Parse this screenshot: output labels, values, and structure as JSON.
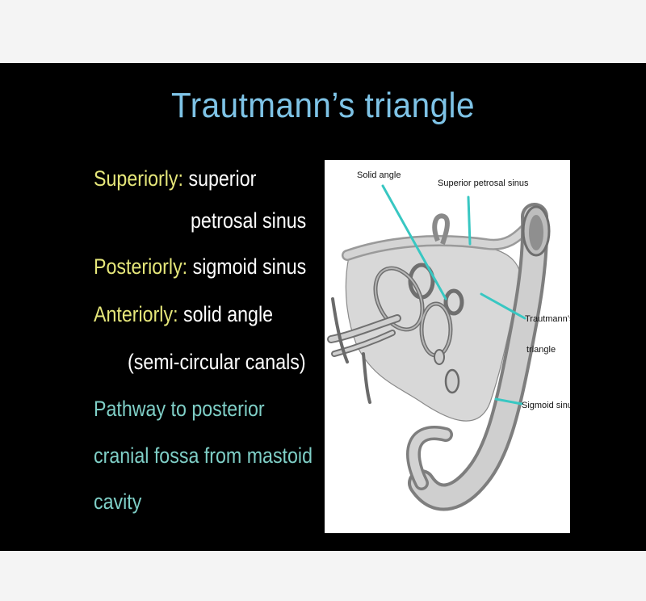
{
  "title": "Trautmann’s triangle",
  "list": {
    "superiorly_label": "Superiorly:",
    "superiorly_text": "superior",
    "superiorly_text2": "petrosal sinus",
    "posteriorly_label": "Posteriorly:",
    "posteriorly_text": "sigmoid sinus",
    "anteriorly_label": "Anteriorly:",
    "anteriorly_text": "solid angle",
    "anteriorly_text2": "(semi-circular canals)",
    "pathway_line1": "Pathway to posterior",
    "pathway_line2": "cranial fossa from mastoid",
    "pathway_line3": "cavity"
  },
  "figure": {
    "label_solid_angle": "Solid angle",
    "label_superior_petrosal_sinus": "Superior petrosal sinus",
    "label_trautmanns_line1": "Trautmann’s",
    "label_trautmanns_line2": "triangle",
    "label_sigmoid_sinus": "Sigmoid sinus"
  },
  "colors": {
    "background": "#000000",
    "title": "#7ec3e6",
    "label_highlight": "#e6e77a",
    "body_text": "#ffffff",
    "pathway_text": "#7fcfc7",
    "pointer_lines": "#38c7c2"
  }
}
